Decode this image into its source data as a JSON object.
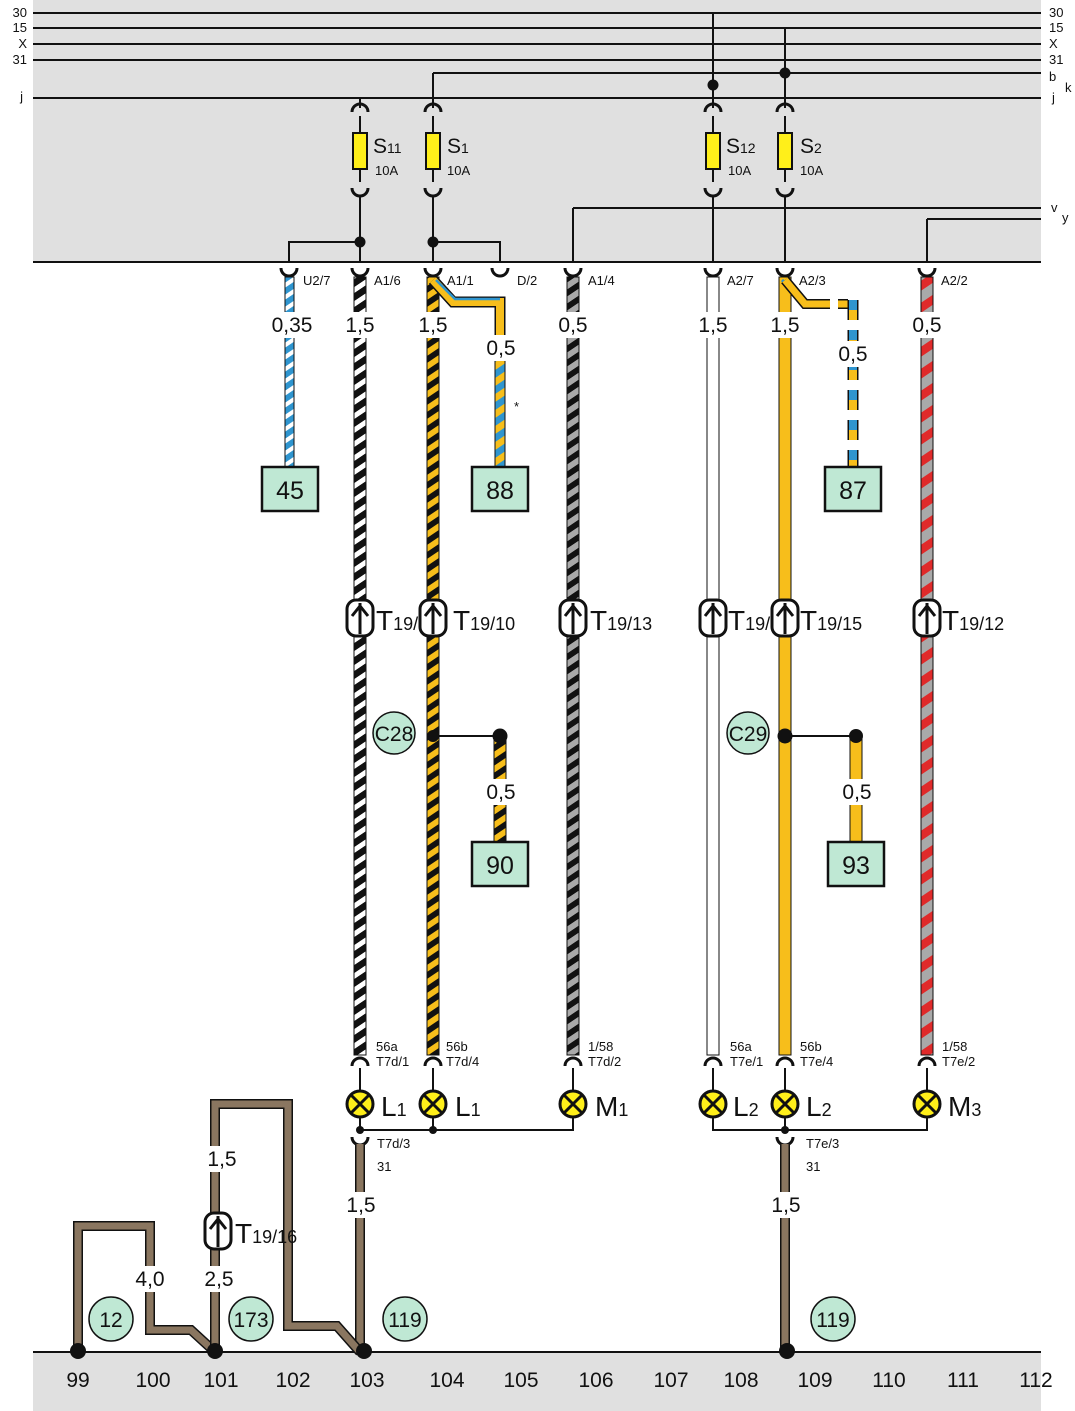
{
  "rails": {
    "left": [
      "30",
      "15",
      "X",
      "31",
      "j"
    ],
    "right": [
      "30",
      "15",
      "X",
      "31",
      "b",
      "k",
      "j",
      "v",
      "y"
    ]
  },
  "fuses": [
    {
      "name": "S",
      "sub": "11",
      "rating": "10A"
    },
    {
      "name": "S",
      "sub": "1",
      "rating": "10A"
    },
    {
      "name": "S",
      "sub": "12",
      "rating": "10A"
    },
    {
      "name": "S",
      "sub": "2",
      "rating": "10A"
    }
  ],
  "pins": [
    "U2/7",
    "A1/6",
    "A1/1",
    "D/2",
    "A1/4",
    "A2/7",
    "A2/3",
    "A2/2"
  ],
  "wire_sizes": {
    "w45": "0,35",
    "w103": "1,5",
    "w104": "1,5",
    "w88": "0,5",
    "w106": "0,5",
    "w108": "1,5",
    "w109": "1,5",
    "w87": "0,5",
    "w111": "0,5",
    "w90": "0,5",
    "w93": "0,5",
    "g101a": "1,5",
    "g101b": "2,5",
    "g100": "4,0",
    "g103": "1,5",
    "g109": "1,5"
  },
  "star": "*",
  "boxes": [
    "45",
    "88",
    "87",
    "90",
    "93"
  ],
  "connectors": [
    {
      "name": "T",
      "sub": "19/6"
    },
    {
      "name": "T",
      "sub": "19/10"
    },
    {
      "name": "T",
      "sub": "19/13"
    },
    {
      "name": "T",
      "sub": "19/4"
    },
    {
      "name": "T",
      "sub": "19/15"
    },
    {
      "name": "T",
      "sub": "19/12"
    },
    {
      "name": "T",
      "sub": "19/16"
    }
  ],
  "circles": [
    "C28",
    "C29",
    "12",
    "173",
    "119",
    "119"
  ],
  "bulb_terms": [
    {
      "a": "56a",
      "b": "T7d/1"
    },
    {
      "a": "56b",
      "b": "T7d/4"
    },
    {
      "a": "1/58",
      "b": "T7d/2"
    },
    {
      "a": "56a",
      "b": "T7e/1"
    },
    {
      "a": "56b",
      "b": "T7e/4"
    },
    {
      "a": "1/58",
      "b": "T7e/2"
    }
  ],
  "lamps": [
    {
      "name": "L",
      "sub": "1"
    },
    {
      "name": "L",
      "sub": "1"
    },
    {
      "name": "M",
      "sub": "1"
    },
    {
      "name": "L",
      "sub": "2"
    },
    {
      "name": "L",
      "sub": "2"
    },
    {
      "name": "M",
      "sub": "3"
    }
  ],
  "ground_terms": [
    {
      "a": "T7d/3",
      "b": "31"
    },
    {
      "a": "T7e/3",
      "b": "31"
    }
  ],
  "scale": [
    "99",
    "100",
    "101",
    "102",
    "103",
    "104",
    "105",
    "106",
    "107",
    "108",
    "109",
    "110",
    "111",
    "112"
  ],
  "colors": {
    "panel": "#e0e0e0",
    "black": "#111111",
    "yellow": "#f7be1b",
    "blue": "#2f95cf",
    "grey": "#a9a9a9",
    "red": "#e02a2a",
    "brown": "#8a7660",
    "box": "#bfe8d4",
    "bulb": "#ffef1a"
  }
}
